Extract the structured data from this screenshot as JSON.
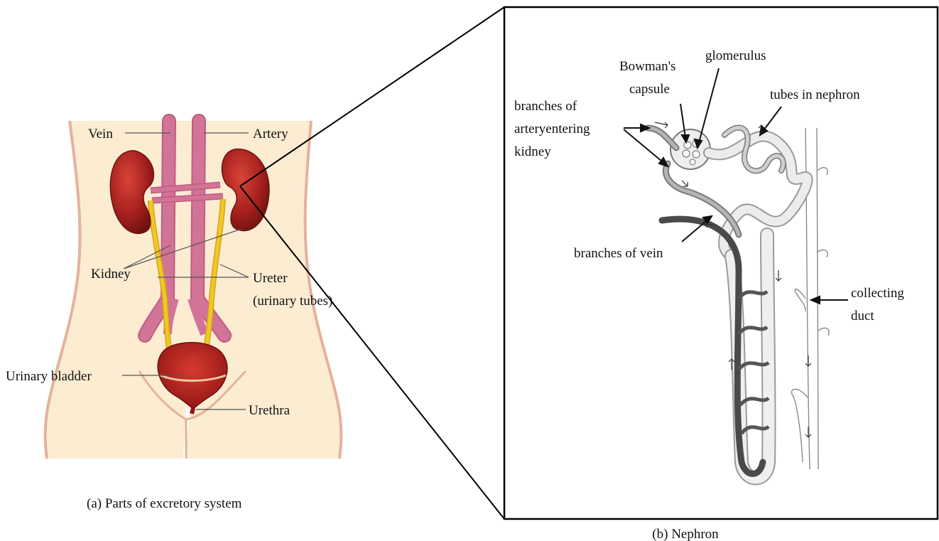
{
  "part_a": {
    "caption": "(a) Parts of excretory system",
    "labels": {
      "vein": "Vein",
      "artery": "Artery",
      "kidney": "Kidney",
      "ureter": "Ureter",
      "ureter_sub": "(urinary tubes)",
      "bladder": "Urinary bladder",
      "urethra": "Urethra"
    }
  },
  "part_b": {
    "caption": "(b) Nephron",
    "labels": {
      "bowmans_1": "Bowman's",
      "bowmans_2": "capsule",
      "glomerulus": "glomerulus",
      "tubes": "tubes in nephron",
      "artery_1": "branches of",
      "artery_2": "arteryentering",
      "artery_3": "kidney",
      "vein_branches": "branches of vein",
      "duct_1": "collecting",
      "duct_2": "duct"
    }
  },
  "colors": {
    "skin": "#fbecd2",
    "skin_outline": "#e5b9a2",
    "kidney": "#a8211e",
    "vessel": "#d27497",
    "ureter": "#f1c824",
    "bladder": "#b31d1c",
    "line": "#000000"
  }
}
